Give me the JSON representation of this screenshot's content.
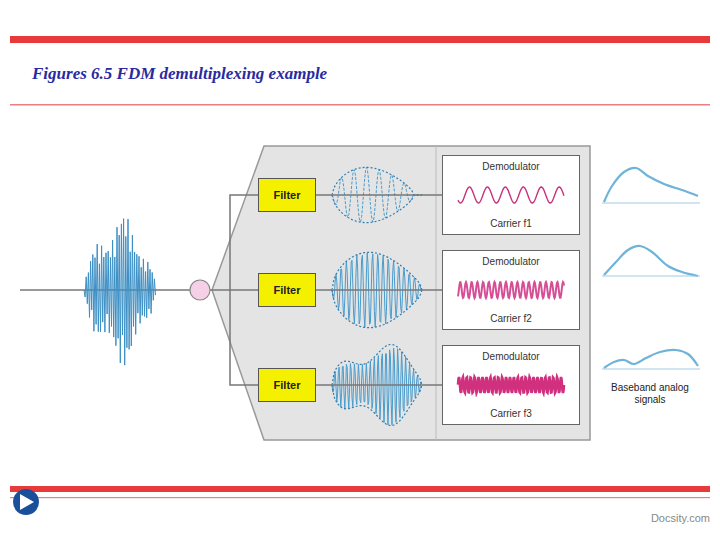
{
  "diagram": {
    "title": "Figures 6.5 FDM demultiplexing example",
    "nodes": [
      {
        "text": [
          "Filter"
        ]
      },
      {
        "text": [
          "Demodulator",
          "Carrier f1"
        ]
      },
      {
        "text": [
          "Filter"
        ]
      },
      {
        "text": [
          "Demodulator",
          "Carrier f2"
        ]
      },
      {
        "text": [
          "Filter"
        ]
      },
      {
        "text": [
          "Demodulator",
          "Carrier f3"
        ]
      }
    ],
    "edges": [
      {
        "from": 0,
        "to": 1,
        "arrow": "none"
      },
      {
        "from": 2,
        "to": 3,
        "arrow": "none"
      },
      {
        "from": 4,
        "to": 5,
        "arrow": "none"
      }
    ],
    "labels": [
      "Baseband analog signals",
      "Docsity.com"
    ]
  }
}
